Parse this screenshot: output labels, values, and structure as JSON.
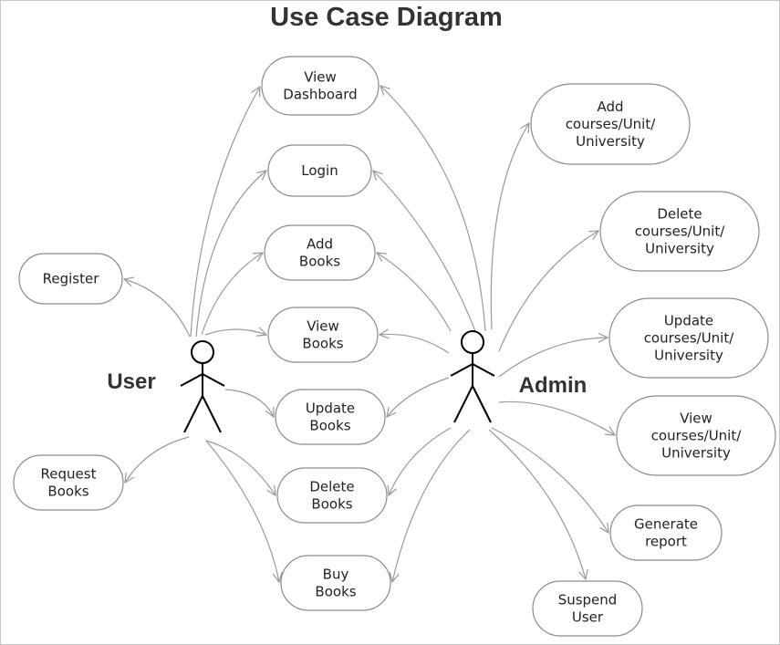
{
  "title": "Use Case Diagram",
  "colors": {
    "connector": "#999999",
    "border": "#8a8a8a",
    "title": "#333333"
  },
  "actors": {
    "user": {
      "label": "User"
    },
    "admin": {
      "label": "Admin"
    }
  },
  "use_cases": {
    "view_dashboard": [
      "View",
      "Dashboard"
    ],
    "login": [
      "Login"
    ],
    "add_books": [
      "Add",
      "Books"
    ],
    "view_books": [
      "View",
      "Books"
    ],
    "update_books": [
      "Update",
      "Books"
    ],
    "delete_books": [
      "Delete",
      "Books"
    ],
    "buy_books": [
      "Buy",
      "Books"
    ],
    "register": [
      "Register"
    ],
    "request_books": [
      "Request",
      "Books"
    ],
    "add_courses": [
      "Add",
      "courses/Unit/",
      "University"
    ],
    "delete_courses": [
      "Delete",
      "courses/Unit/",
      "University"
    ],
    "update_courses": [
      "Update",
      "courses/Unit/",
      "University"
    ],
    "view_courses": [
      "View",
      "courses/Unit/",
      "University"
    ],
    "generate_report": [
      "Generate",
      "report"
    ],
    "suspend_user": [
      "Suspend",
      "User"
    ]
  },
  "associations": [
    {
      "actor": "user",
      "use_case": "view_dashboard"
    },
    {
      "actor": "user",
      "use_case": "login"
    },
    {
      "actor": "user",
      "use_case": "add_books"
    },
    {
      "actor": "user",
      "use_case": "view_books"
    },
    {
      "actor": "user",
      "use_case": "update_books"
    },
    {
      "actor": "user",
      "use_case": "delete_books"
    },
    {
      "actor": "user",
      "use_case": "buy_books"
    },
    {
      "actor": "user",
      "use_case": "register"
    },
    {
      "actor": "user",
      "use_case": "request_books"
    },
    {
      "actor": "admin",
      "use_case": "view_dashboard"
    },
    {
      "actor": "admin",
      "use_case": "login"
    },
    {
      "actor": "admin",
      "use_case": "add_books"
    },
    {
      "actor": "admin",
      "use_case": "view_books"
    },
    {
      "actor": "admin",
      "use_case": "update_books"
    },
    {
      "actor": "admin",
      "use_case": "delete_books"
    },
    {
      "actor": "admin",
      "use_case": "buy_books"
    },
    {
      "actor": "admin",
      "use_case": "add_courses"
    },
    {
      "actor": "admin",
      "use_case": "delete_courses"
    },
    {
      "actor": "admin",
      "use_case": "update_courses"
    },
    {
      "actor": "admin",
      "use_case": "view_courses"
    },
    {
      "actor": "admin",
      "use_case": "generate_report"
    },
    {
      "actor": "admin",
      "use_case": "suspend_user"
    }
  ]
}
